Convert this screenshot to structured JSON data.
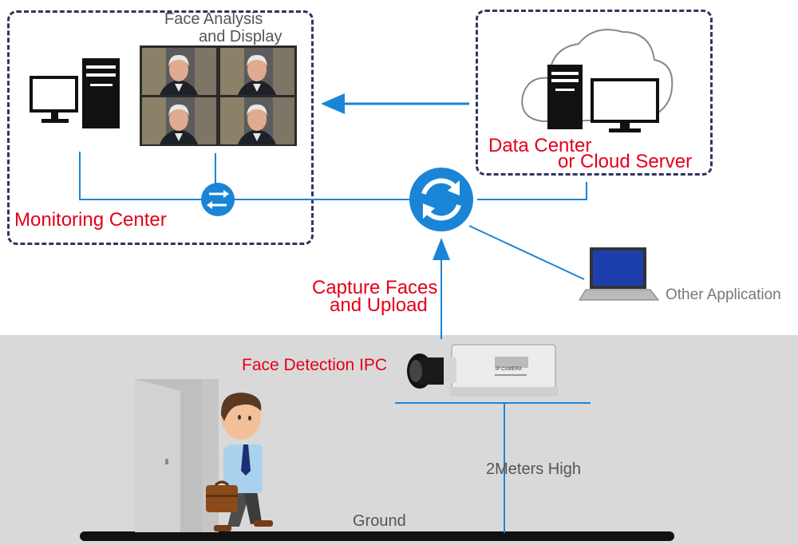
{
  "monitoring_center": {
    "label": "Monitoring Center"
  },
  "face_analysis": {
    "line1": "Face Analysis",
    "line2": "and Display"
  },
  "data_center": {
    "line1": "Data Center",
    "line2": "or Cloud Server"
  },
  "capture": {
    "line1": "Capture Faces",
    "line2": "and Upload"
  },
  "other_app": {
    "label": "Other Application"
  },
  "camera": {
    "label": "Face Detection IPC",
    "body_text": "IP CAMERA"
  },
  "height_label": "2Meters High",
  "ground_label": "Ground",
  "colors": {
    "red": "#e3001b",
    "blue": "#1a85d6",
    "box_border": "#2f3560",
    "ground": "#d9d9d9"
  },
  "icons": [
    "desktop-monitor-icon",
    "pc-tower-icon",
    "face-video-wall",
    "cloud-icon",
    "network-switch-icon",
    "sync-router-icon",
    "laptop-icon",
    "ip-camera-icon",
    "door-icon",
    "person-with-briefcase-icon"
  ]
}
